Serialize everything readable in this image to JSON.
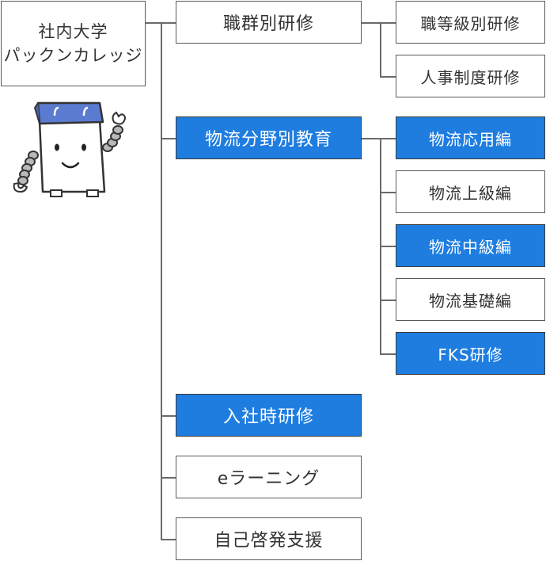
{
  "root": {
    "line1": "社内大学",
    "line2": "パックンカレッジ"
  },
  "level1": [
    {
      "label": "職群別研修",
      "highlighted": false
    },
    {
      "label": "物流分野別教育",
      "highlighted": true
    },
    {
      "label": "入社時研修",
      "highlighted": true
    },
    {
      "label": "eラーニング",
      "highlighted": false
    },
    {
      "label": "自己啓発支援",
      "highlighted": false
    }
  ],
  "level2_group1": [
    {
      "label": "職等級別研修",
      "highlighted": false
    },
    {
      "label": "人事制度研修",
      "highlighted": false
    }
  ],
  "level2_group2": [
    {
      "label": "物流応用編",
      "highlighted": true
    },
    {
      "label": "物流上級編",
      "highlighted": false
    },
    {
      "label": "物流中級編",
      "highlighted": true
    },
    {
      "label": "物流基礎編",
      "highlighted": false
    },
    {
      "label": "FKS研修",
      "highlighted": true
    }
  ],
  "colors": {
    "highlight": "#1f7de0",
    "border": "#5a5a5a",
    "text": "#333333",
    "mascot_lid": "#5b7bd0"
  },
  "icons": {
    "mascot": "box-mascot-icon"
  }
}
